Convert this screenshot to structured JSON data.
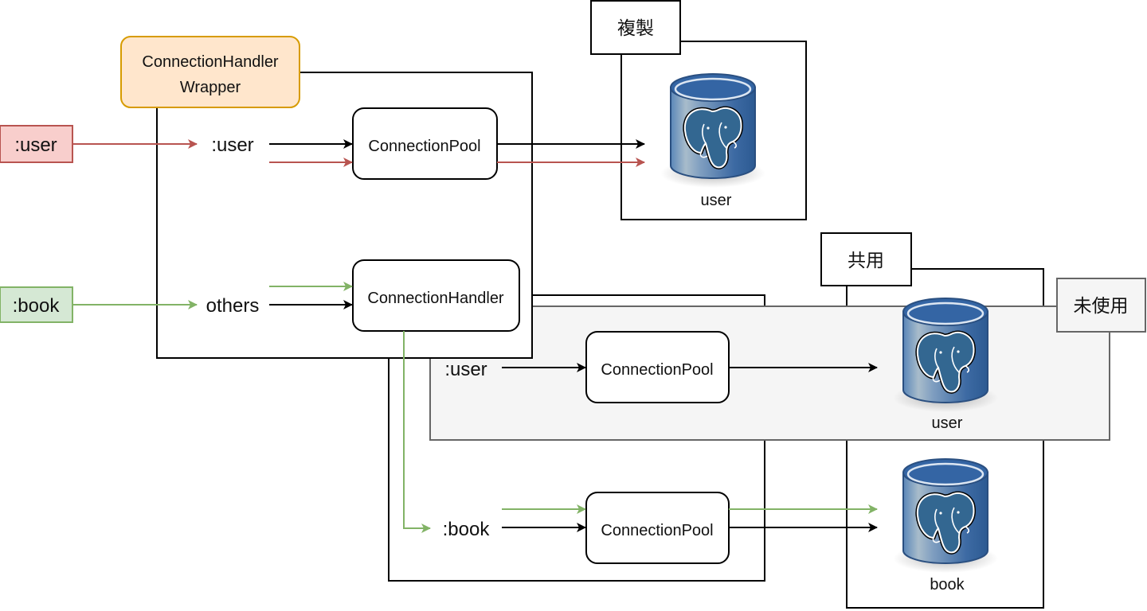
{
  "diagram": {
    "colors": {
      "user_flow": "#b85450",
      "book_flow": "#82b366",
      "default_flow": "#000000",
      "wrapper_fill": "#ffe6cc",
      "wrapper_stroke": "#d79b00",
      "user_input_fill": "#f8cecc",
      "book_input_fill": "#d5e8d4",
      "unused_fill": "#f5f5f5",
      "unused_stroke": "#666666",
      "db_blue": "#336699"
    },
    "inputs": {
      "user": ":user",
      "book": ":book"
    },
    "wrapper": {
      "title_line1": "ConnectionHandler",
      "title_line2": "Wrapper",
      "route_user": ":user",
      "route_others": "others",
      "pool": "ConnectionPool",
      "handler": "ConnectionHandler"
    },
    "handler_group": {
      "route_user": ":user",
      "route_book": ":book",
      "pool_user": "ConnectionPool",
      "pool_book": "ConnectionPool"
    },
    "groups": {
      "replica": "複製",
      "shared": "共用",
      "unused": "未使用"
    },
    "databases": {
      "replica_user": "user",
      "shared_user": "user",
      "shared_book": "book"
    }
  }
}
